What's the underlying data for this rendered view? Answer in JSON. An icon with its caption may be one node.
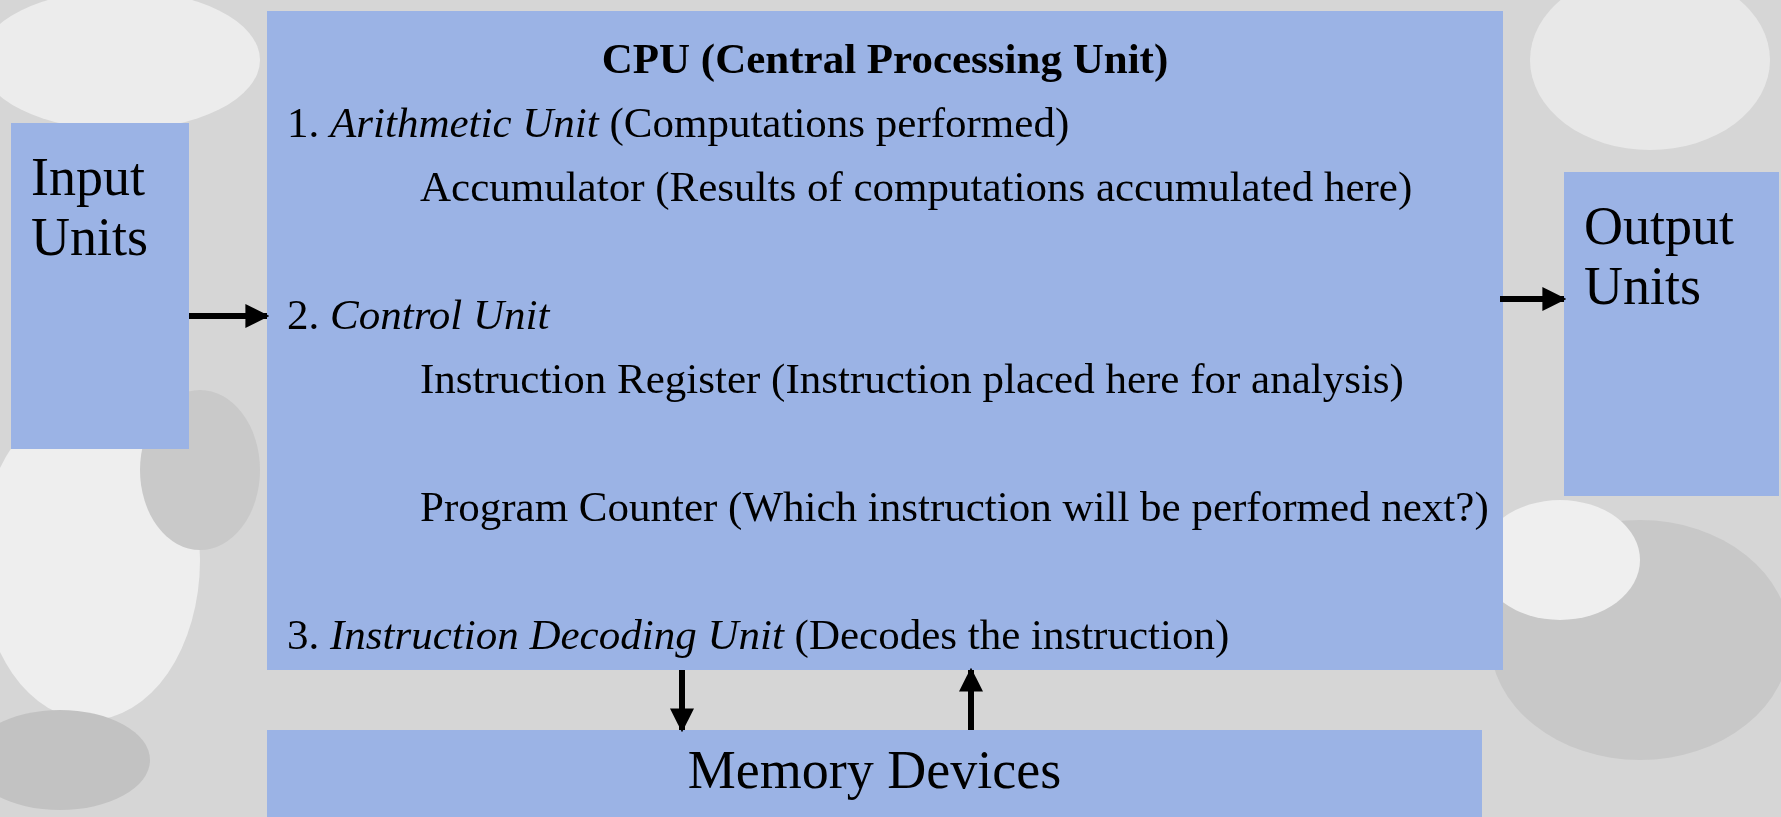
{
  "diagram": {
    "nodes": [
      {
        "text": [
          "Input Units"
        ]
      },
      {
        "text": [
          "CPU (Central Processing Unit)",
          "1. *Arithmetic Unit* (Computations performed)",
          "Accumulator (Results of computations accumulated here)",
          "2. *Control Unit*",
          "Instruction Register (Instruction placed here for analysis)",
          "Program Counter (Which instruction will be performed next?)",
          "3. *Instruction Decoding Unit* (Decodes the instruction)"
        ]
      },
      {
        "text": [
          "Output Units"
        ]
      },
      {
        "text": [
          "Memory Devices"
        ]
      }
    ],
    "edges": [
      {
        "from": 0,
        "to": 1,
        "arrow": "to"
      },
      {
        "from": 1,
        "to": 2,
        "arrow": "to"
      },
      {
        "from": 1,
        "to": 3,
        "arrow": "to"
      },
      {
        "from": 3,
        "to": 1,
        "arrow": "to"
      }
    ]
  }
}
